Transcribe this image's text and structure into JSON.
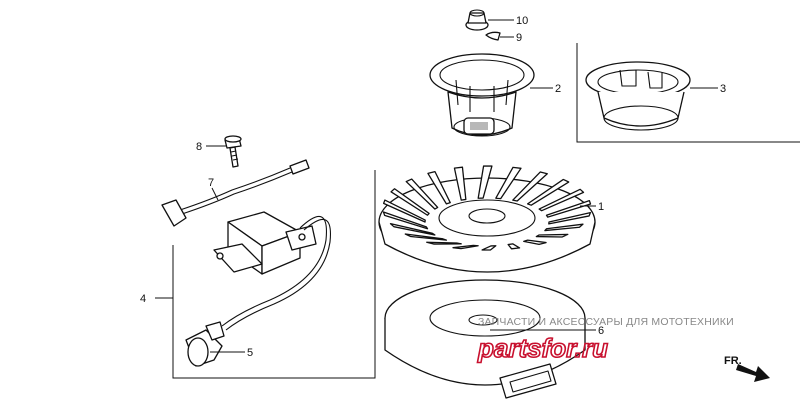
{
  "callouts": [
    {
      "id": "1",
      "label": "1"
    },
    {
      "id": "2",
      "label": "2"
    },
    {
      "id": "3",
      "label": "3"
    },
    {
      "id": "4",
      "label": "4"
    },
    {
      "id": "5",
      "label": "5"
    },
    {
      "id": "6",
      "label": "6"
    },
    {
      "id": "7",
      "label": "7"
    },
    {
      "id": "8",
      "label": "8"
    },
    {
      "id": "9",
      "label": "9"
    },
    {
      "id": "10",
      "label": "10"
    }
  ],
  "direction_marker": {
    "label": "FR."
  },
  "watermark": {
    "caption": "ЗАПЧАСТИ И АКСЕССУАРЫ ДЛЯ МОТОТЕХНИКИ",
    "logo": "partsfor.ru",
    "logo_color": "#c8102e"
  }
}
